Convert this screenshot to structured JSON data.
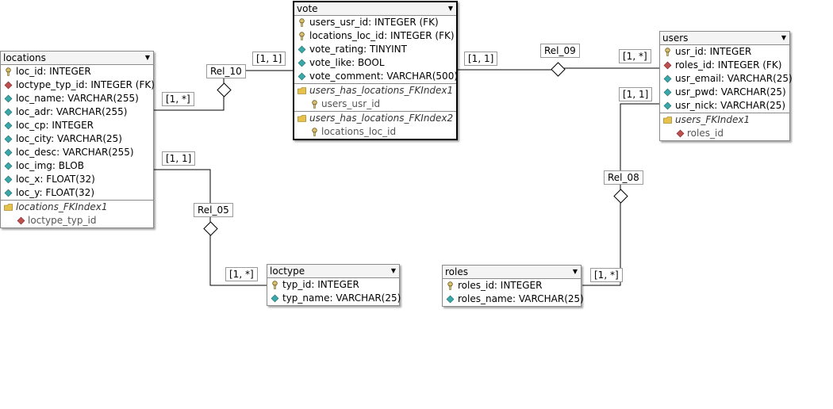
{
  "tables": {
    "locations": {
      "title": "locations",
      "columns": [
        {
          "text": "loc_id: INTEGER",
          "icon": "key"
        },
        {
          "text": "loctype_typ_id: INTEGER (FK)",
          "icon": "fk"
        },
        {
          "text": "loc_name: VARCHAR(255)",
          "icon": "attr"
        },
        {
          "text": "loc_adr: VARCHAR(255)",
          "icon": "attr"
        },
        {
          "text": "loc_cp: INTEGER",
          "icon": "attr"
        },
        {
          "text": "loc_city: VARCHAR(25)",
          "icon": "attr"
        },
        {
          "text": "loc_desc: VARCHAR(255)",
          "icon": "attr"
        },
        {
          "text": "loc_img: BLOB",
          "icon": "attr"
        },
        {
          "text": "loc_x: FLOAT(32)",
          "icon": "attr"
        },
        {
          "text": "loc_y: FLOAT(32)",
          "icon": "attr"
        }
      ],
      "indexes": [
        {
          "name": "locations_FKIndex1",
          "columns": [
            {
              "text": "loctype_typ_id",
              "icon": "fk"
            }
          ]
        }
      ]
    },
    "vote": {
      "title": "vote",
      "columns": [
        {
          "text": "users_usr_id: INTEGER (FK)",
          "icon": "key"
        },
        {
          "text": "locations_loc_id: INTEGER (FK)",
          "icon": "key"
        },
        {
          "text": "vote_rating: TINYINT",
          "icon": "attr"
        },
        {
          "text": "vote_like: BOOL",
          "icon": "attr"
        },
        {
          "text": "vote_comment: VARCHAR(500)",
          "icon": "attr"
        }
      ],
      "indexes": [
        {
          "name": "users_has_locations_FKIndex1",
          "columns": [
            {
              "text": "users_usr_id",
              "icon": "key"
            }
          ]
        },
        {
          "name": "users_has_locations_FKIndex2",
          "columns": [
            {
              "text": "locations_loc_id",
              "icon": "key"
            }
          ]
        }
      ]
    },
    "users": {
      "title": "users",
      "columns": [
        {
          "text": "usr_id: INTEGER",
          "icon": "key"
        },
        {
          "text": "roles_id: INTEGER (FK)",
          "icon": "fk"
        },
        {
          "text": "usr_email: VARCHAR(25)",
          "icon": "attr"
        },
        {
          "text": "usr_pwd: VARCHAR(25)",
          "icon": "attr"
        },
        {
          "text": "usr_nick: VARCHAR(25)",
          "icon": "attr"
        }
      ],
      "indexes": [
        {
          "name": "users_FKIndex1",
          "columns": [
            {
              "text": "roles_id",
              "icon": "fk"
            }
          ]
        }
      ]
    },
    "loctype": {
      "title": "loctype",
      "columns": [
        {
          "text": "typ_id: INTEGER",
          "icon": "key"
        },
        {
          "text": "typ_name: VARCHAR(25)",
          "icon": "attr"
        }
      ],
      "indexes": []
    },
    "roles": {
      "title": "roles",
      "columns": [
        {
          "text": "roles_id: INTEGER",
          "icon": "key"
        },
        {
          "text": "roles_name: VARCHAR(25)",
          "icon": "attr"
        }
      ],
      "indexes": []
    }
  },
  "relations": {
    "rel_10": {
      "name": "Rel_10",
      "card_a": "[1, 1]",
      "card_b": "[1, *]"
    },
    "rel_09": {
      "name": "Rel_09",
      "card_a": "[1, 1]",
      "card_b": "[1, *]"
    },
    "rel_05": {
      "name": "Rel_05",
      "card_a": "[1, 1]",
      "card_b": "[1, *]"
    },
    "rel_08": {
      "name": "Rel_08",
      "card_a": "[1, 1]",
      "card_b": "[1, *]"
    }
  },
  "colors": {
    "key": "#d8c070",
    "fk": "#c05050",
    "attr": "#3aa8a8",
    "folder": "#e6c24a"
  }
}
